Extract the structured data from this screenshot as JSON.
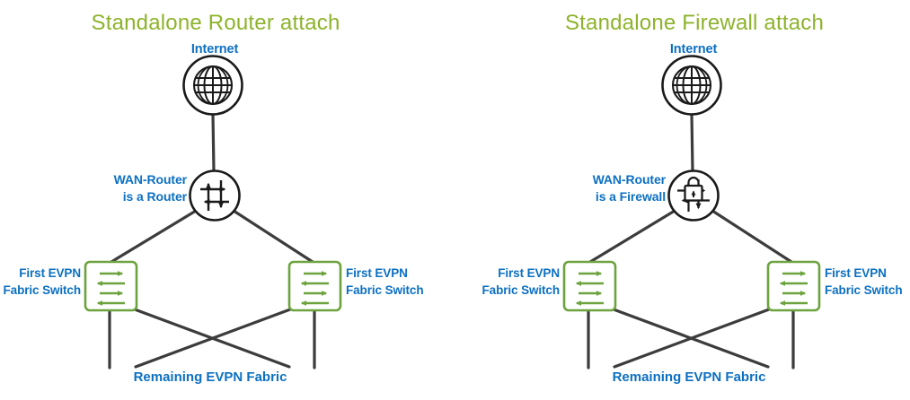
{
  "colors": {
    "title_green": "#8DB32B",
    "label_blue": "#0C70C2",
    "switch_green": "#6CA33E",
    "line_gray": "#3C3C3C",
    "icon_black": "#1A1A1A"
  },
  "diagrams": [
    {
      "title": "Standalone Router attach",
      "internet": {
        "label": "Internet"
      },
      "wan": {
        "line1": "WAN-Router",
        "line2": "is a Router",
        "device": "router"
      },
      "switch_left": {
        "line1": "First EVPN",
        "line2": "Fabric Switch"
      },
      "switch_right": {
        "line1": "First EVPN",
        "line2": "Fabric Switch"
      },
      "bottom_label": "Remaining EVPN Fabric"
    },
    {
      "title": "Standalone Firewall attach",
      "internet": {
        "label": "Internet"
      },
      "wan": {
        "line1": "WAN-Router",
        "line2": "is a Firewall",
        "device": "firewall"
      },
      "switch_left": {
        "line1": "First EVPN",
        "line2": "Fabric Switch"
      },
      "switch_right": {
        "line1": "First EVPN",
        "line2": "Fabric Switch"
      },
      "bottom_label": "Remaining EVPN Fabric"
    }
  ]
}
